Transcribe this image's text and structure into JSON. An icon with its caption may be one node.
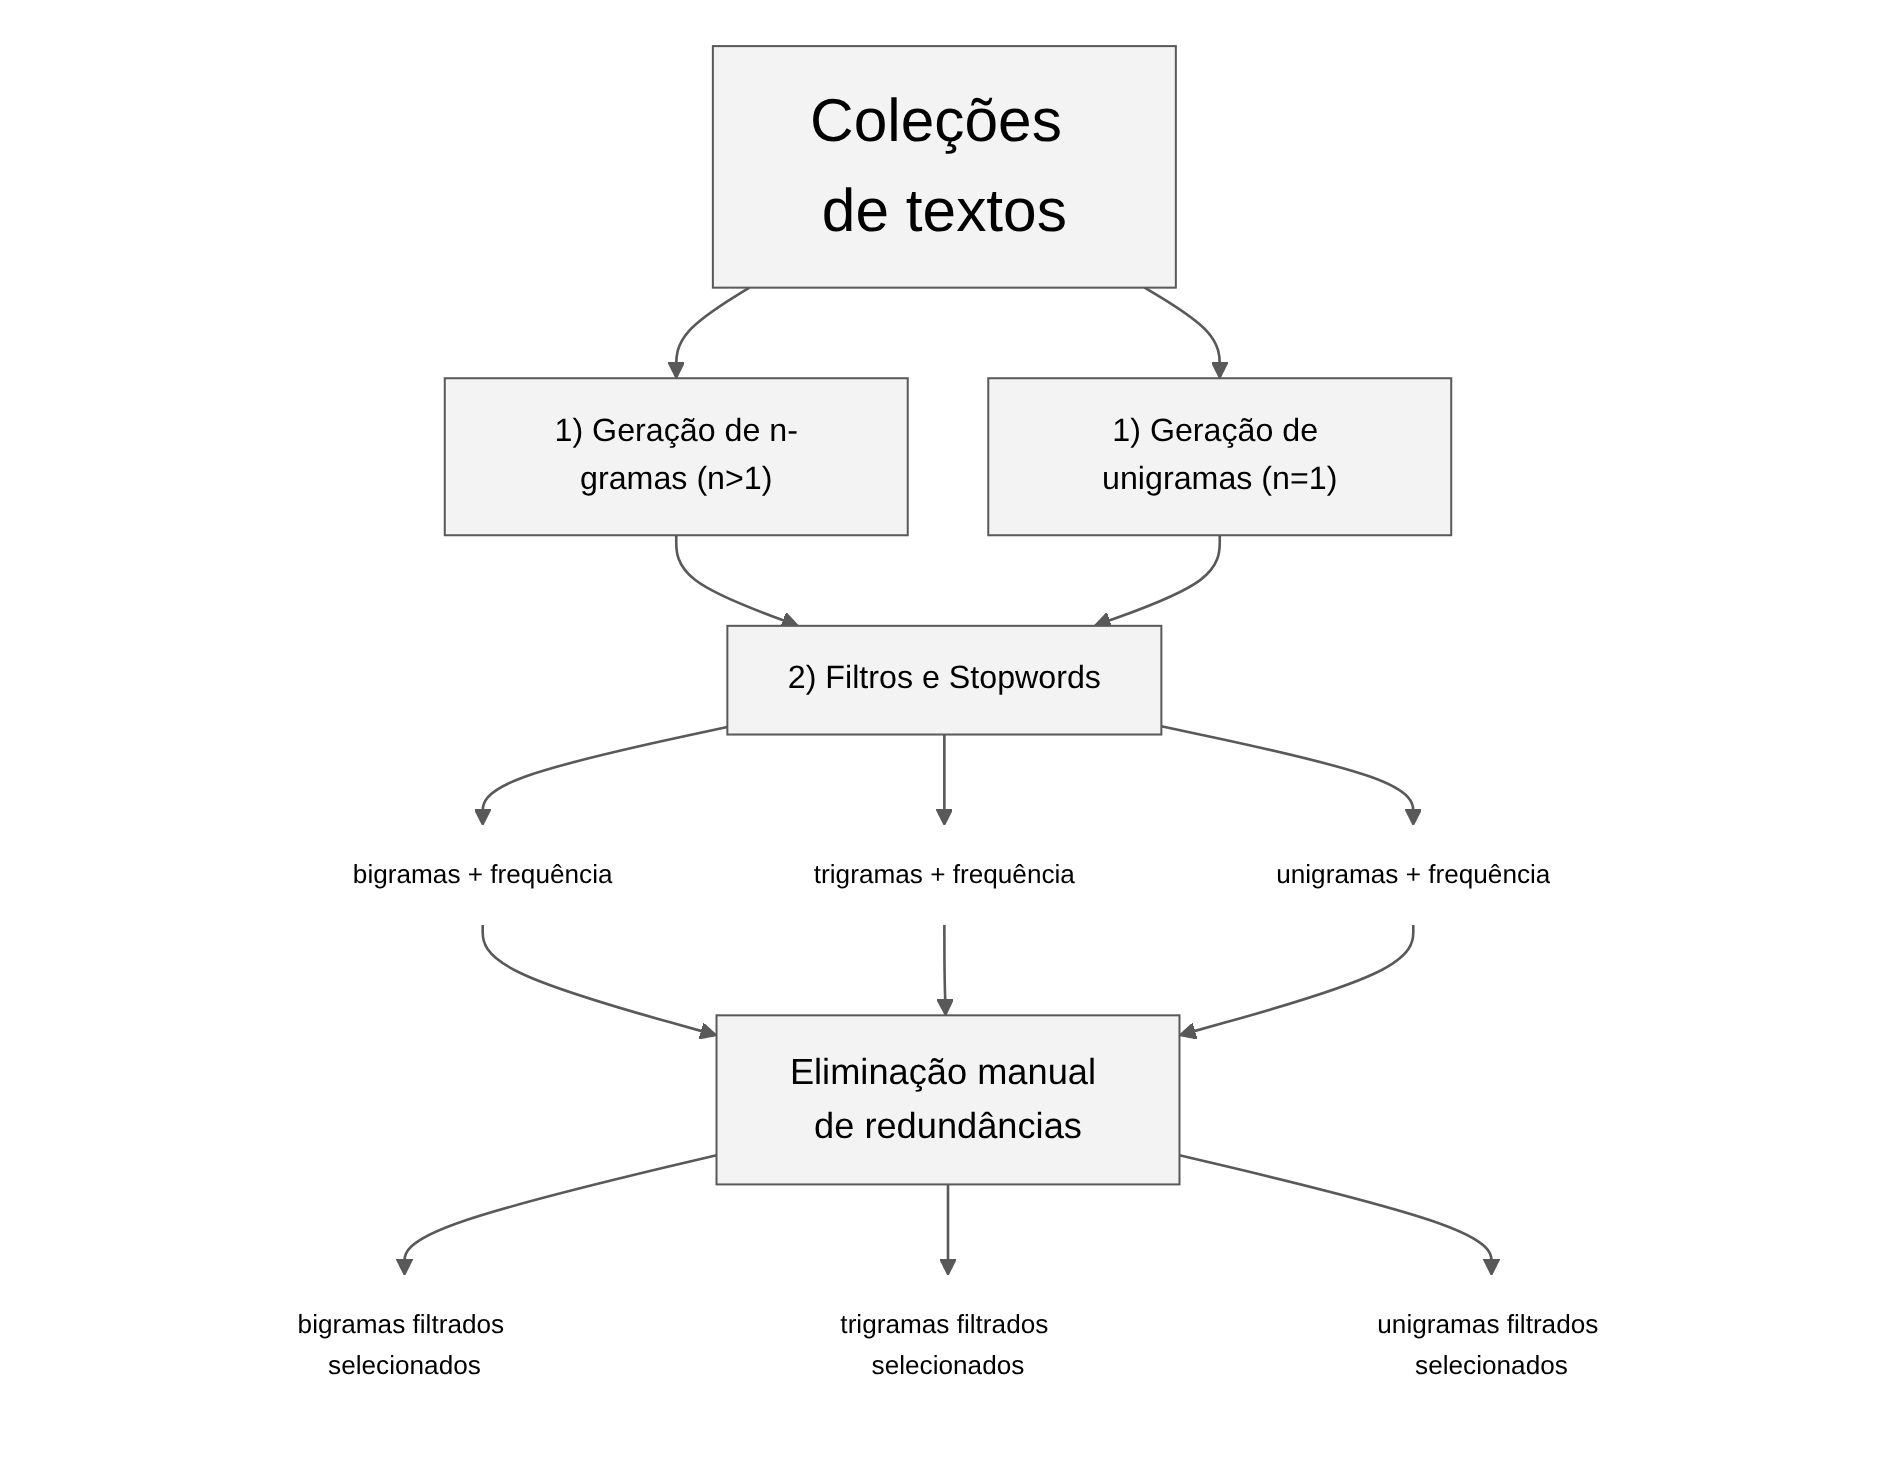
{
  "diagram": {
    "nodes": [
      {
        "text": [
          "Coleções de textos"
        ]
      },
      {
        "text": [
          "1) Geração de n-gramas (n>1)"
        ]
      },
      {
        "text": [
          "1) Geração de unigramas (n=1)"
        ]
      },
      {
        "text": [
          "2) Filtros e Stopwords"
        ]
      },
      {
        "text": [
          "bigramas + frequência"
        ]
      },
      {
        "text": [
          "trigramas + frequência"
        ]
      },
      {
        "text": [
          "unigramas + frequência"
        ]
      },
      {
        "text": [
          "Eliminação manual de redundâncias"
        ]
      },
      {
        "text": [
          "bigramas filtrados selecionados"
        ]
      },
      {
        "text": [
          "trigramas filtrados selecionados"
        ]
      },
      {
        "text": [
          "unigramas filtrados selecionados"
        ]
      }
    ],
    "edges": [
      {
        "from": 0,
        "to": 1,
        "arrow": "to"
      },
      {
        "from": 0,
        "to": 2,
        "arrow": "to"
      },
      {
        "from": 1,
        "to": 3,
        "arrow": "to"
      },
      {
        "from": 2,
        "to": 3,
        "arrow": "to"
      },
      {
        "from": 3,
        "to": 4,
        "arrow": "to"
      },
      {
        "from": 3,
        "to": 5,
        "arrow": "to"
      },
      {
        "from": 3,
        "to": 6,
        "arrow": "to"
      },
      {
        "from": 4,
        "to": 7,
        "arrow": "to"
      },
      {
        "from": 5,
        "to": 7,
        "arrow": "to"
      },
      {
        "from": 6,
        "to": 7,
        "arrow": "to"
      },
      {
        "from": 7,
        "to": 8,
        "arrow": "to"
      },
      {
        "from": 7,
        "to": 9,
        "arrow": "to"
      },
      {
        "from": 7,
        "to": 10,
        "arrow": "to"
      }
    ]
  }
}
